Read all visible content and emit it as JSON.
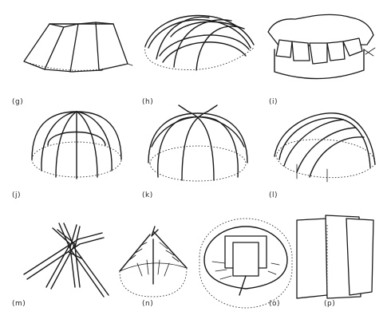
{
  "panels": [
    {
      "id": "g",
      "label": "(g)"
    },
    {
      "id": "h",
      "label": "(h)"
    },
    {
      "id": "i",
      "label": "(i)"
    },
    {
      "id": "j",
      "label": "(j)"
    },
    {
      "id": "k",
      "label": "(k)"
    },
    {
      "id": "l",
      "label": "(l)"
    },
    {
      "id": "m",
      "label": "(m)"
    },
    {
      "id": "n",
      "label": "(n)"
    },
    {
      "id": "o",
      "label": "(o)"
    },
    {
      "id": "p",
      "label": "(p)"
    }
  ],
  "colors": {
    "ink": "#1a1a1a",
    "background": "#ffffff"
  }
}
